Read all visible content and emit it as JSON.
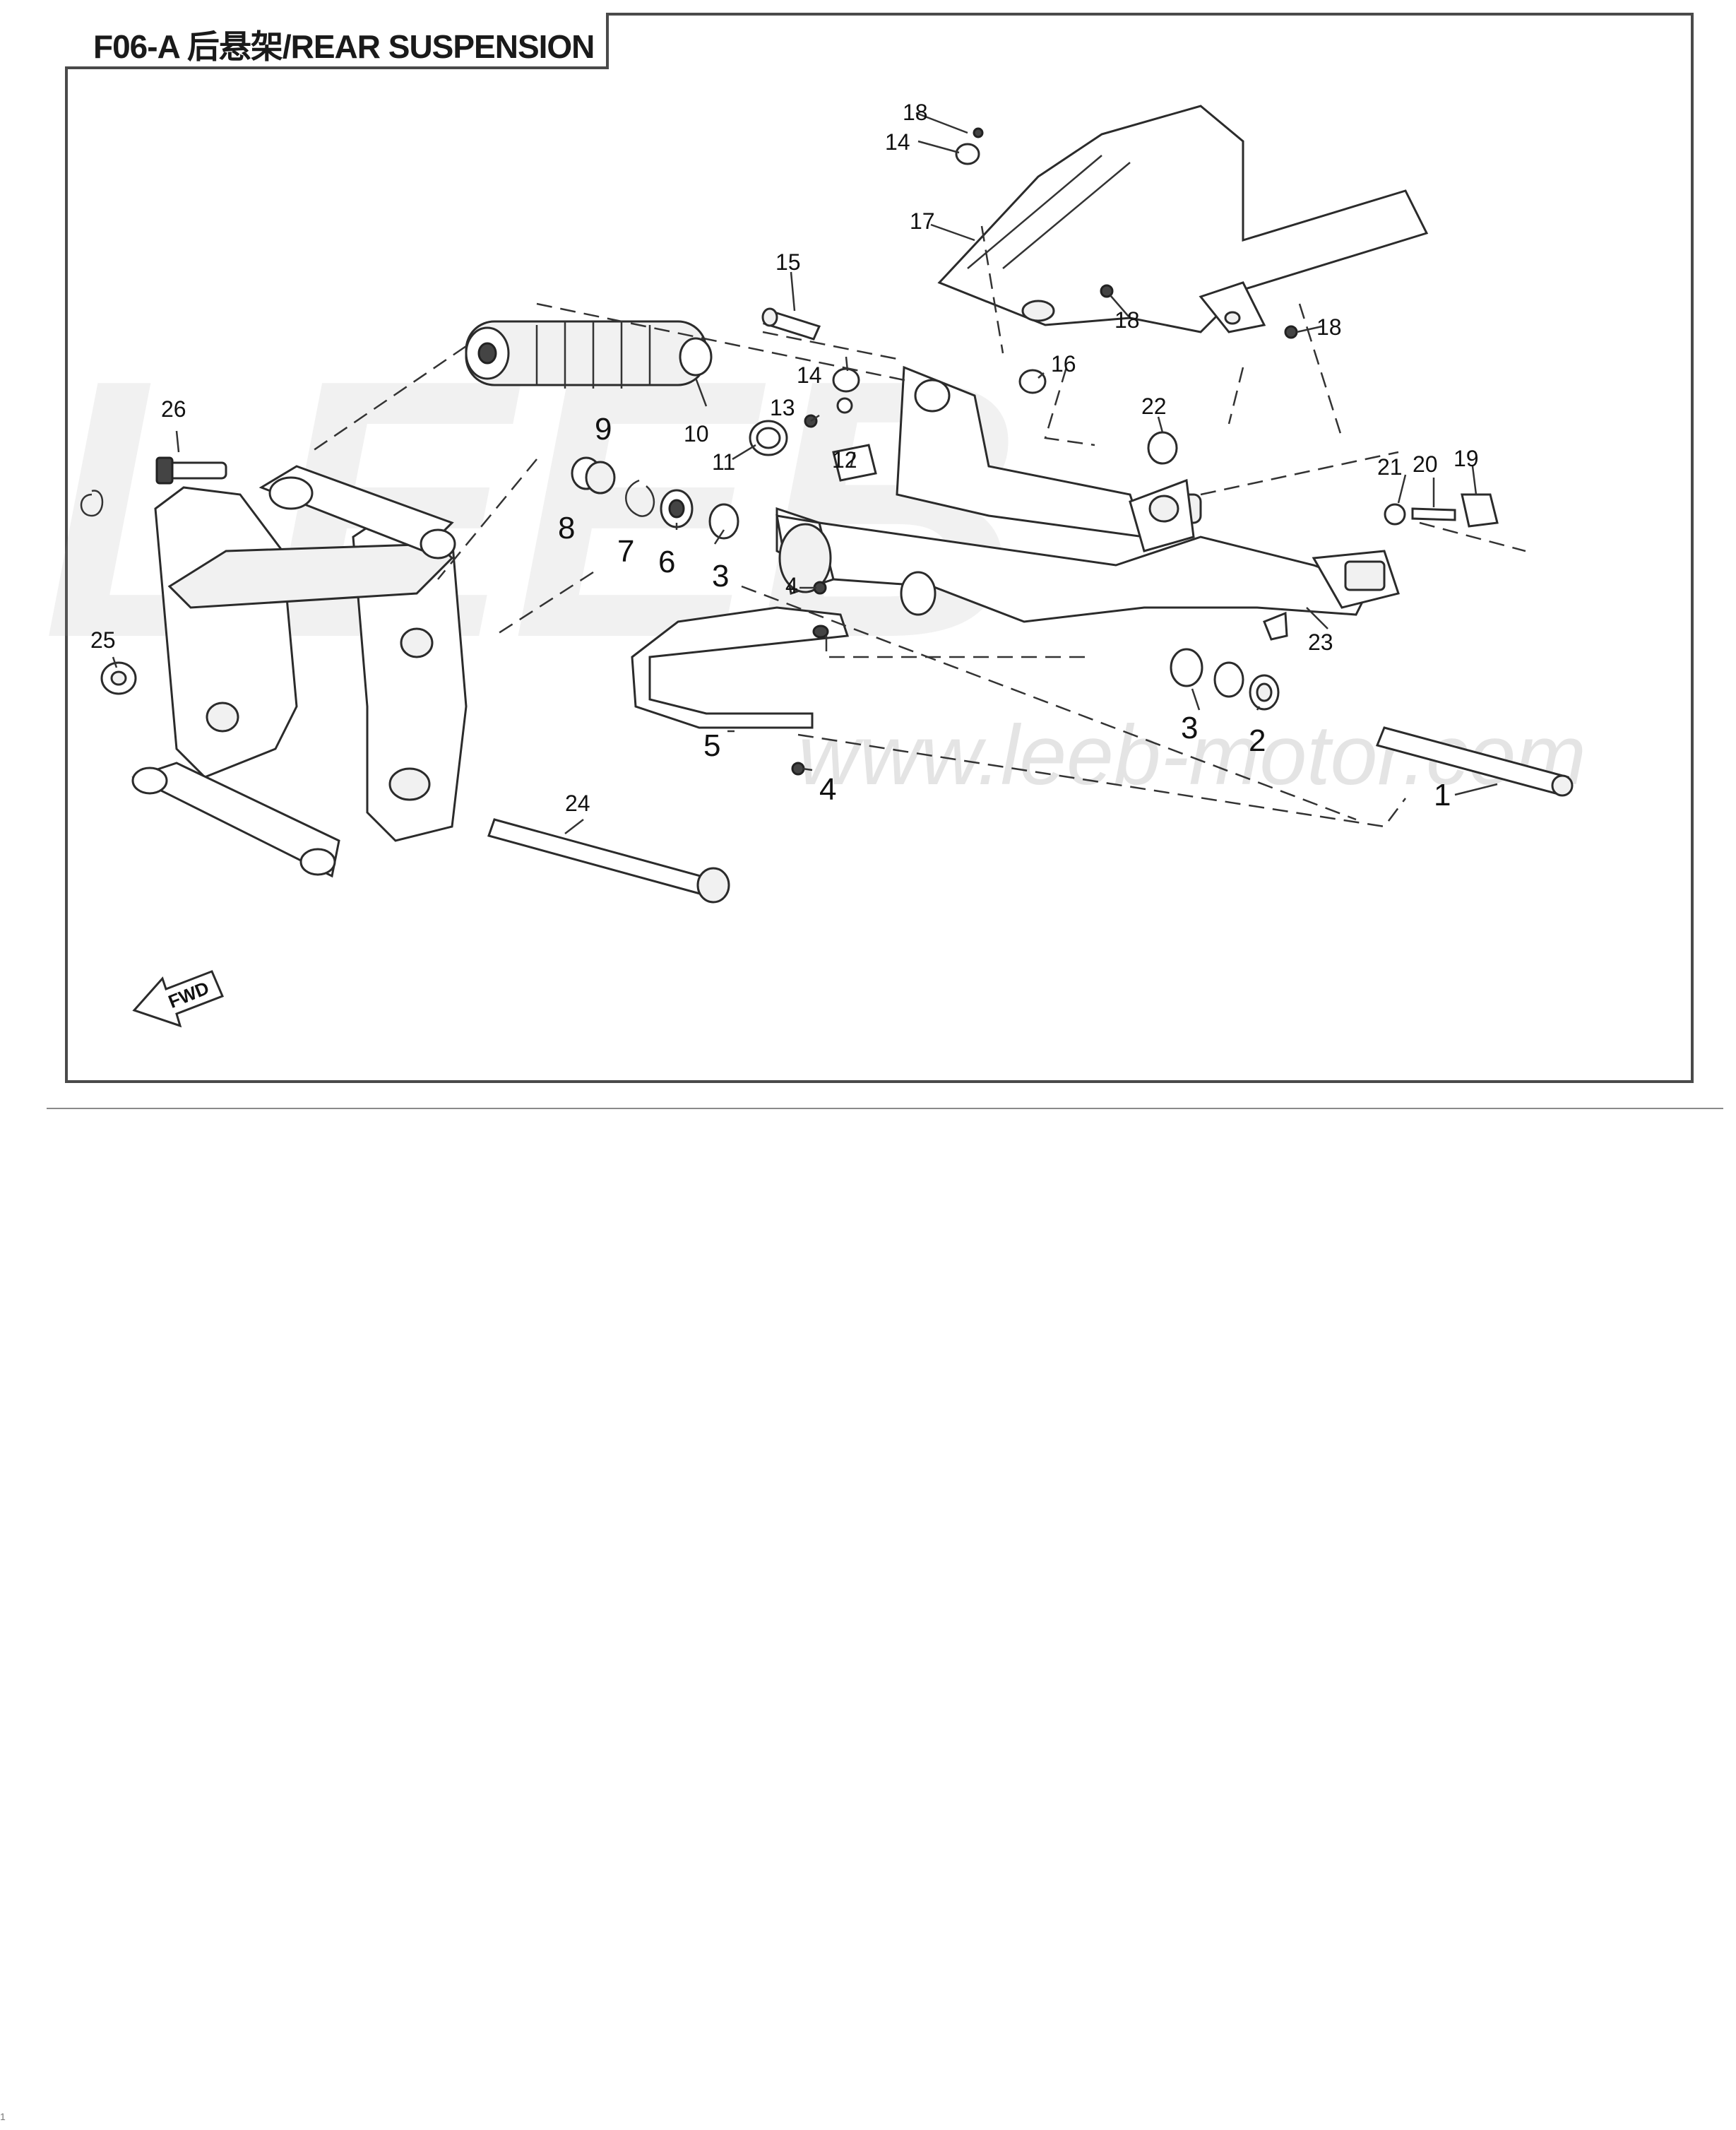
{
  "header": {
    "title": "F06-A  后悬架/REAR SUSPENSION"
  },
  "watermark": {
    "brand": "LEEB",
    "url": "www.leeb-motor.com"
  },
  "diagram": {
    "direction_label": "FWD",
    "callouts": [
      "1",
      "2",
      "3",
      "3",
      "4",
      "4",
      "5",
      "6",
      "7",
      "8",
      "9",
      "10",
      "11",
      "12",
      "13",
      "14",
      "14",
      "15",
      "16",
      "17",
      "18",
      "18",
      "18",
      "19",
      "20",
      "21",
      "22",
      "23",
      "24",
      "25",
      "26"
    ]
  },
  "footer": {
    "page_mark": "1"
  }
}
